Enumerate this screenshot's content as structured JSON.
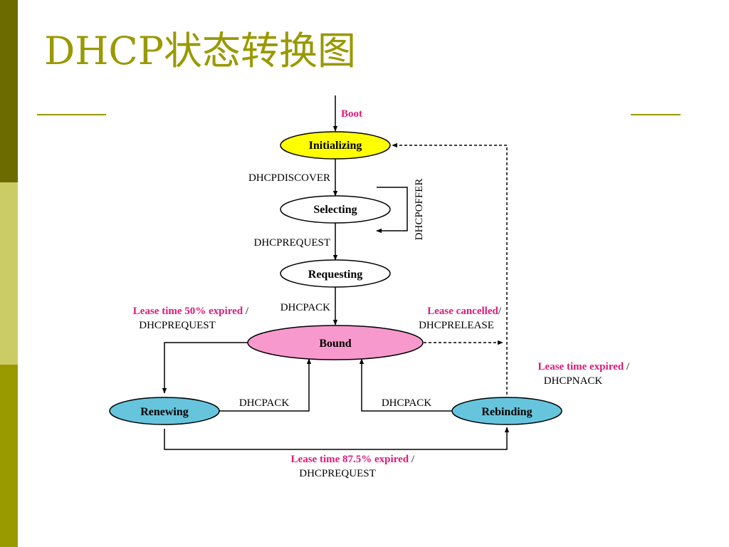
{
  "slide": {
    "title": "DHCP状态转换图"
  },
  "colors": {
    "title": "#999900",
    "accent_text": "#e0197a",
    "initializing": "#ffff00",
    "bound": "#f799cc",
    "renew_rebind": "#66c5dd",
    "default_state": "#ffffff"
  },
  "diagram": {
    "states": {
      "initializing": "Initializing",
      "selecting": "Selecting",
      "requesting": "Requesting",
      "bound": "Bound",
      "renewing": "Renewing",
      "rebinding": "Rebinding"
    },
    "labels": {
      "boot": "Boot",
      "dhcpdiscover": "DHCPDISCOVER",
      "dhcpoffer": "DHCPOFFER",
      "dhcprequest_select": "DHCPREQUEST",
      "dhcpack_request": "DHCPACK",
      "lease50_event": "Lease time 50% expired",
      "lease50_sep": " /",
      "lease50_msg": "DHCPREQUEST",
      "cancel_event": "Lease cancelled",
      "cancel_sep": "/",
      "cancel_msg": "DHCPRELEASE",
      "expired_event": "Lease time expired",
      "expired_sep": " /",
      "expired_msg": "DHCPNACK",
      "renew_ack": "DHCPACK",
      "rebind_ack": "DHCPACK",
      "lease875_event": "Lease time 87.5% expired",
      "lease875_sep": " /",
      "lease875_msg": "DHCPREQUEST"
    }
  }
}
